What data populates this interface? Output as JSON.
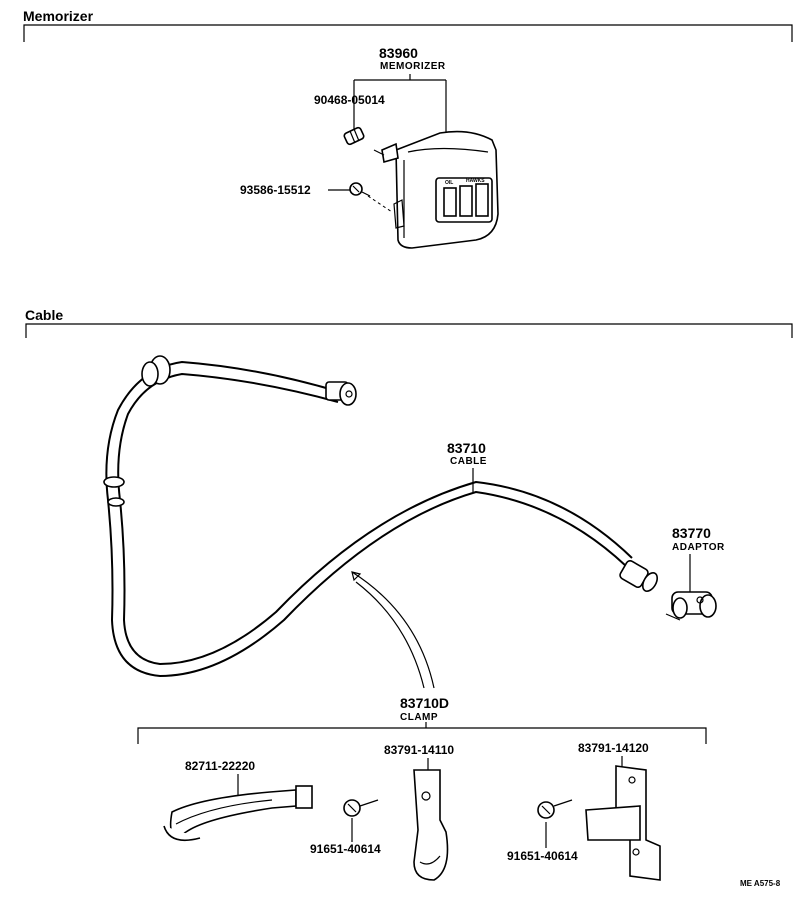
{
  "sections": {
    "memorizer": "Memorizer",
    "cable": "Cable"
  },
  "memorizer": {
    "part_number": "83960",
    "part_name": "MEMORIZER",
    "bulb": "90468-05014",
    "screw": "93586-15512",
    "face_labels": [
      "OIL",
      "HAWKS"
    ]
  },
  "cable": {
    "part_number": "83710",
    "part_name": "CABLE"
  },
  "adaptor": {
    "part_number": "83770",
    "part_name": "ADAPTOR"
  },
  "clamp": {
    "part_number": "83710D",
    "part_name": "CLAMP",
    "parts": [
      "82711-22220",
      "91651-40614",
      "83791-14110",
      "91651-40614",
      "83791-14120"
    ]
  },
  "drawing_ref": "ME  A575-8"
}
